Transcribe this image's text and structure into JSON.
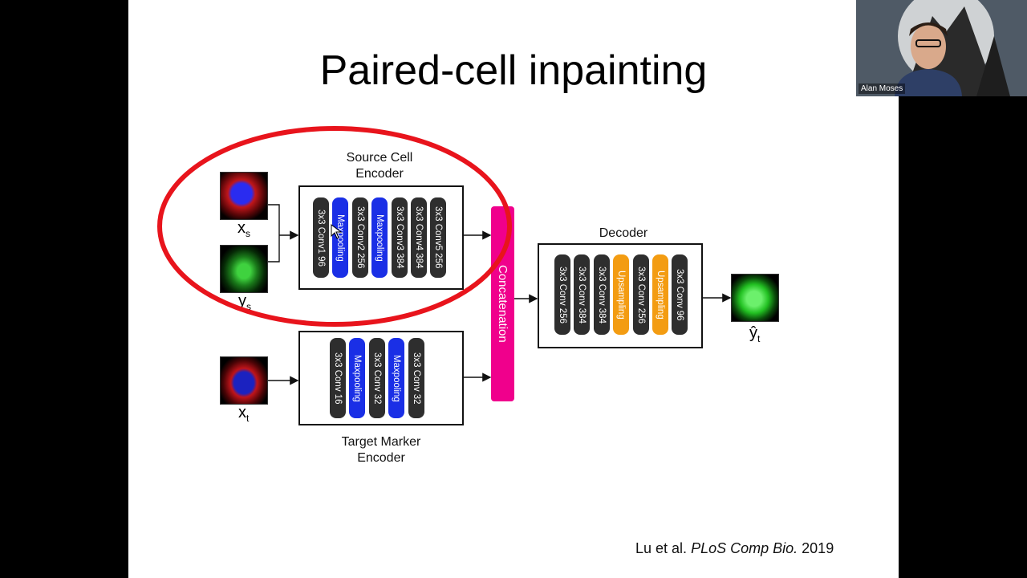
{
  "slide": {
    "title": "Paired-cell inpainting",
    "source_encoder_label_1": "Source Cell",
    "source_encoder_label_2": "Encoder",
    "target_encoder_label_1": "Target Marker",
    "target_encoder_label_2": "Encoder",
    "decoder_label": "Decoder",
    "concat_label": "Concatenation",
    "source_layers": [
      "3x3 Conv1 96",
      "Maxpooling",
      "3x3 Conv2 256",
      "Maxpooling",
      "3x3 Conv3 384",
      "3x3 Conv4 384",
      "3x3 Conv5 256"
    ],
    "target_layers": [
      "3x3 Conv 16",
      "Maxpooling",
      "3x3 Conv 32",
      "Maxpooling",
      "3x3 Conv 32"
    ],
    "decoder_layers": [
      "3x3 Conv 256",
      "3x3 Conv 384",
      "3x3 Conv 384",
      "Upsampling",
      "3x3 Conv 256",
      "Upsampling",
      "3x3 Conv 96"
    ],
    "var_xs": "x",
    "var_xs_sub": "s",
    "var_ys": "y",
    "var_ys_sub": "s",
    "var_xt": "x",
    "var_xt_sub": "t",
    "var_yt": "ŷ",
    "var_yt_sub": "t",
    "citation_authors": "Lu et al.",
    "citation_journal": "PLoS Comp Bio.",
    "citation_year": "2019"
  },
  "video": {
    "participant_name": "Alan Moses"
  },
  "colors": {
    "conv": "#2e2e2e",
    "pool": "#1a2fe6",
    "upsample": "#f39c12",
    "concat": "#f0008c",
    "annotation": "#e8141c"
  }
}
